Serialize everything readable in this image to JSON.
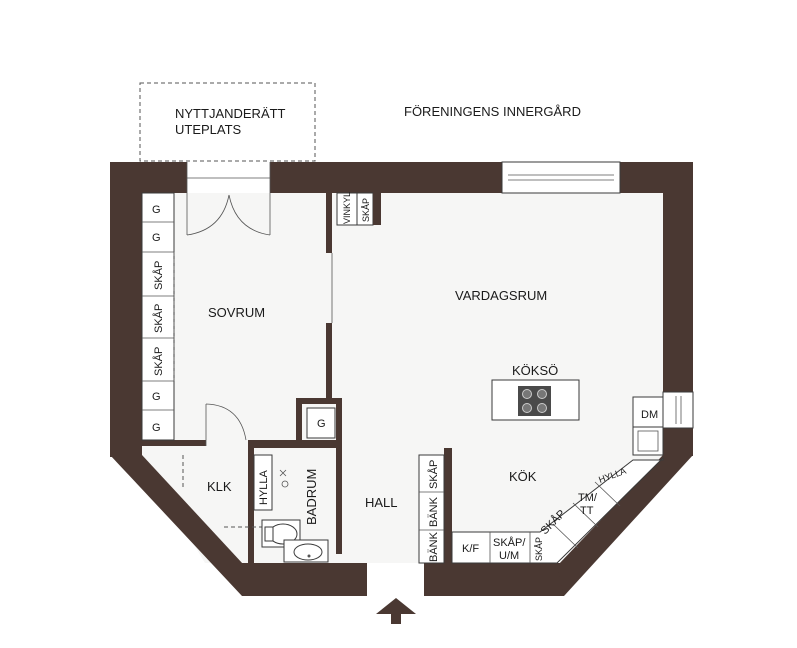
{
  "colors": {
    "wall": "#4a3832",
    "floor": "#f6f6f5",
    "line": "#3a3a3a"
  },
  "labels": {
    "terrace_line1": "NYTTJANDERÄTT",
    "terrace_line2": "UTEPLATS",
    "courtyard": "FÖRENINGENS INNERGÅRD",
    "bedroom": "SOVRUM",
    "living": "VARDAGSRUM",
    "island": "KÖKSÖ",
    "kitchen": "KÖK",
    "hall": "HALL",
    "closet": "KLK",
    "bathroom": "BADRUM",
    "shelf": "HYLLA",
    "dm": "DM",
    "g": "G",
    "skap": "SKÅP",
    "bank": "BÄNK",
    "vinkyl": "VINKYL",
    "kf": "K/F",
    "skap_um_1": "SKÅP/",
    "skap_um_2": "U/M",
    "tmtt_1": "TM/",
    "tmtt_2": "TT"
  },
  "icons": {
    "entrance": "entrance-arrow-icon",
    "stove": "stove-icon",
    "sink": "sink-icon",
    "toilet": "toilet-icon",
    "basin": "basin-icon"
  }
}
